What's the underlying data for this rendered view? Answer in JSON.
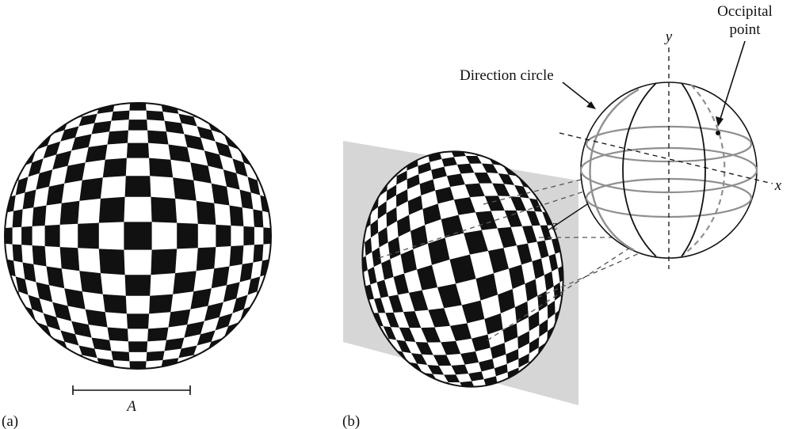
{
  "panels": {
    "a": {
      "caption": "(a)",
      "scale_label": "A"
    },
    "b": {
      "caption": "(b)",
      "direction_circle_label": "Direction circle",
      "occipital_label_line1": "Occipital",
      "occipital_label_line2": "point",
      "axis_x": "x",
      "axis_y": "y",
      "axis_z": "z"
    }
  },
  "colors": {
    "ink": "#111111",
    "plane_fill": "#d6d6d6",
    "sphere_grey": "#8f8f8f"
  },
  "checkerboard": {
    "grid_cells": 19,
    "radial_warp_strength": 0.9
  }
}
